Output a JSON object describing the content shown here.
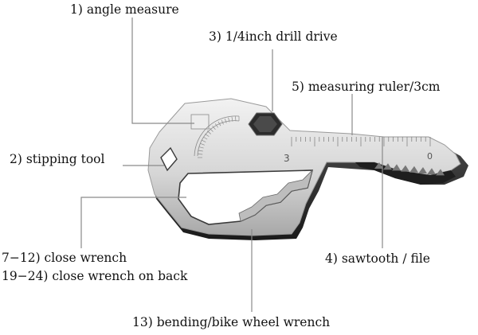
{
  "labels": {
    "angle_measure": "1) angle measure",
    "stripping_tool": "2) stipping tool",
    "drill_drive": "3) 1/4inch drill drive",
    "sawtooth_file": "4) sawtooth / file",
    "measuring_ruler": "5) measuring ruler/3cm",
    "close_wrench": "7−12) close wrench",
    "close_wrench_back": "19−24) close wrench on back",
    "bike_wheel_wrench": "13) bending/bike wheel wrench"
  },
  "tool_markings": {
    "number_mark": "3",
    "key_tip_mark": "0"
  },
  "colors": {
    "leader_line": "#8a8a8a",
    "metal_light": "#e6e6e6",
    "metal_dark": "#2a2a2a"
  }
}
